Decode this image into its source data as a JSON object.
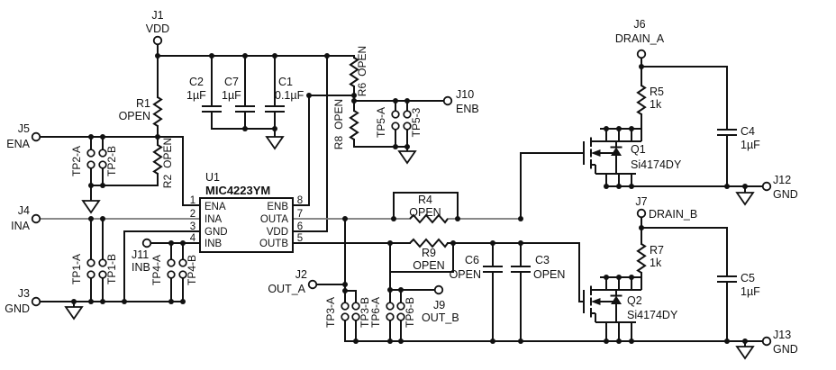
{
  "schematic": {
    "connectors": {
      "J1": {
        "ref": "J1",
        "net": "VDD"
      },
      "J2": {
        "ref": "J2",
        "net": "OUT_A"
      },
      "J3": {
        "ref": "J3",
        "net": "GND"
      },
      "J4": {
        "ref": "J4",
        "net": "INA"
      },
      "J5": {
        "ref": "J5",
        "net": "ENA"
      },
      "J6": {
        "ref": "J6",
        "net": "DRAIN_A"
      },
      "J7": {
        "ref": "J7",
        "net": "DRAIN_B"
      },
      "J9": {
        "ref": "J9",
        "net": "OUT_B"
      },
      "J10": {
        "ref": "J10",
        "net": "ENB"
      },
      "J11": {
        "ref": "J11",
        "net": "INB"
      },
      "J12": {
        "ref": "J12",
        "net": "GND"
      },
      "J13": {
        "ref": "J13",
        "net": "GND"
      }
    },
    "resistors": {
      "R1": {
        "ref": "R1",
        "value": "OPEN"
      },
      "R2": {
        "ref": "R2",
        "value": "OPEN"
      },
      "R4": {
        "ref": "R4",
        "value": "OPEN"
      },
      "R5": {
        "ref": "R5",
        "value": "1k"
      },
      "R6": {
        "ref": "R6",
        "value": "OPEN"
      },
      "R7": {
        "ref": "R7",
        "value": "1k"
      },
      "R8": {
        "ref": "R8",
        "value": "OPEN"
      },
      "R9": {
        "ref": "R9",
        "value": "OPEN"
      }
    },
    "capacitors": {
      "C1": {
        "ref": "C1",
        "value": "0.1µF"
      },
      "C2": {
        "ref": "C2",
        "value": "1µF"
      },
      "C3": {
        "ref": "C3",
        "value": "OPEN"
      },
      "C4": {
        "ref": "C4",
        "value": "1µF"
      },
      "C5": {
        "ref": "C5",
        "value": "1µF"
      },
      "C6": {
        "ref": "C6",
        "value": "OPEN"
      },
      "C7": {
        "ref": "C7",
        "value": "1µF"
      }
    },
    "transistors": {
      "Q1": {
        "ref": "Q1",
        "part": "Si4174DY"
      },
      "Q2": {
        "ref": "Q2",
        "part": "Si4174DY"
      }
    },
    "ic": {
      "ref": "U1",
      "part": "MIC4223YM",
      "pins": {
        "p1": {
          "num": "1",
          "name": "ENA"
        },
        "p2": {
          "num": "2",
          "name": "INA"
        },
        "p3": {
          "num": "3",
          "name": "GND"
        },
        "p4": {
          "num": "4",
          "name": "INB"
        },
        "p5": {
          "num": "5",
          "name": "OUTB"
        },
        "p6": {
          "num": "6",
          "name": "VDD"
        },
        "p7": {
          "num": "7",
          "name": "OUTA"
        },
        "p8": {
          "num": "8",
          "name": "ENB"
        }
      }
    },
    "testpoints": {
      "TP1A": {
        "label": "TP1-A"
      },
      "TP1B": {
        "label": "TP1-B"
      },
      "TP2A": {
        "label": "TP2-A"
      },
      "TP2B": {
        "label": "TP2-B"
      },
      "TP3A": {
        "label": "TP3-A"
      },
      "TP3B": {
        "label": "TP3-B"
      },
      "TP4A": {
        "label": "TP4-A"
      },
      "TP4B": {
        "label": "TP4-B"
      },
      "TP5A": {
        "label": "TP5-A"
      },
      "TP53": {
        "label": "TP5-3"
      },
      "TP6A": {
        "label": "TP6-A"
      },
      "TP6B": {
        "label": "TP6-B"
      }
    }
  }
}
